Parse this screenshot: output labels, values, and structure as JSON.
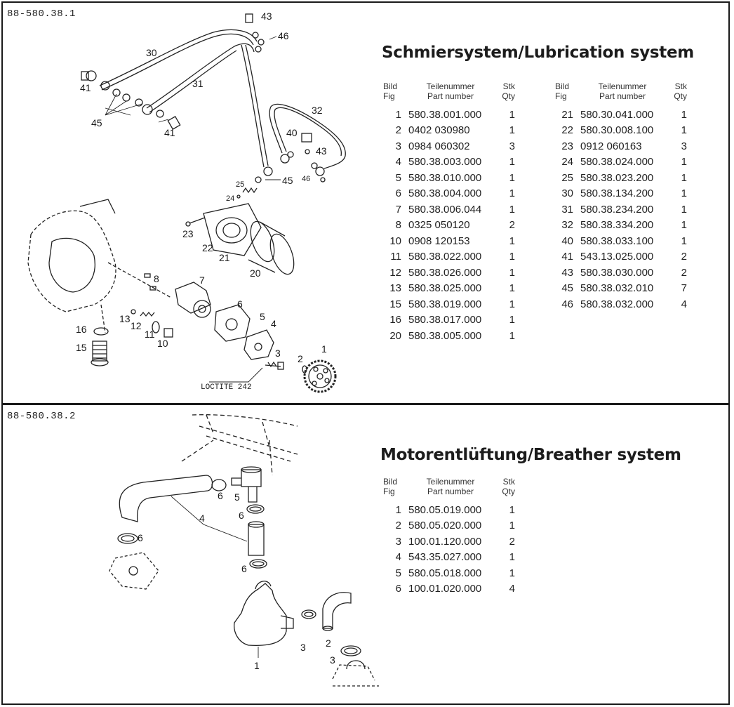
{
  "sections": [
    {
      "figure_id": "88-580.38.1",
      "title": "Schmiersystem/Lubrication system",
      "headers": {
        "fig_de": "Bild",
        "fig_en": "Fig",
        "part_de": "Teilenummer",
        "part_en": "Part number",
        "qty_de": "Stk",
        "qty_en": "Qty"
      },
      "parts_left": [
        {
          "fig": "1",
          "part": "580.38.001.000",
          "qty": "1"
        },
        {
          "fig": "2",
          "part": "0402 030980",
          "qty": "1"
        },
        {
          "fig": "3",
          "part": "0984 060302",
          "qty": "3"
        },
        {
          "fig": "4",
          "part": "580.38.003.000",
          "qty": "1"
        },
        {
          "fig": "5",
          "part": "580.38.010.000",
          "qty": "1"
        },
        {
          "fig": "6",
          "part": "580.38.004.000",
          "qty": "1"
        },
        {
          "fig": "7",
          "part": "580.38.006.044",
          "qty": "1"
        },
        {
          "fig": "8",
          "part": "0325 050120",
          "qty": "2"
        },
        {
          "fig": "10",
          "part": "0908 120153",
          "qty": "1"
        },
        {
          "fig": "11",
          "part": "580.38.022.000",
          "qty": "1"
        },
        {
          "fig": "12",
          "part": "580.38.026.000",
          "qty": "1"
        },
        {
          "fig": "13",
          "part": "580.38.025.000",
          "qty": "1"
        },
        {
          "fig": "15",
          "part": "580.38.019.000",
          "qty": "1"
        },
        {
          "fig": "16",
          "part": "580.38.017.000",
          "qty": "1"
        },
        {
          "fig": "20",
          "part": "580.38.005.000",
          "qty": "1"
        }
      ],
      "parts_right": [
        {
          "fig": "21",
          "part": "580.30.041.000",
          "qty": "1"
        },
        {
          "fig": "22",
          "part": "580.30.008.100",
          "qty": "1"
        },
        {
          "fig": "23",
          "part": "0912 060163",
          "qty": "3"
        },
        {
          "fig": "24",
          "part": "580.38.024.000",
          "qty": "1"
        },
        {
          "fig": "25",
          "part": "580.38.023.200",
          "qty": "1"
        },
        {
          "fig": "30",
          "part": "580.38.134.200",
          "qty": "1"
        },
        {
          "fig": "31",
          "part": "580.38.234.200",
          "qty": "1"
        },
        {
          "fig": "32",
          "part": "580.38.334.200",
          "qty": "1"
        },
        {
          "fig": "40",
          "part": "580.38.033.100",
          "qty": "1"
        },
        {
          "fig": "41",
          "part": "543.13.025.000",
          "qty": "2"
        },
        {
          "fig": "43",
          "part": "580.38.030.000",
          "qty": "2"
        },
        {
          "fig": "45",
          "part": "580.38.032.010",
          "qty": "7"
        },
        {
          "fig": "46",
          "part": "580.38.032.000",
          "qty": "4"
        }
      ],
      "diagram_labels": {
        "l1": "1",
        "l2": "2",
        "l3": "3",
        "l4": "4",
        "l5": "5",
        "l6": "6",
        "l7": "7",
        "l8": "8",
        "l10": "10",
        "l11": "11",
        "l12": "12",
        "l13": "13",
        "l15": "15",
        "l16": "16",
        "l20": "20",
        "l21": "21",
        "l22": "22",
        "l23": "23",
        "l24": "24",
        "l25": "25",
        "l30": "30",
        "l31": "31",
        "l32": "32",
        "l40": "40",
        "l41a": "41",
        "l41b": "41",
        "l43a": "43",
        "l43b": "43",
        "l45a": "45",
        "l45b": "45",
        "l46a": "46",
        "l46b": "46",
        "loctite": "LOCTITE 242"
      }
    },
    {
      "figure_id": "88-580.38.2",
      "title": "Motorentlüftung/Breather system",
      "headers": {
        "fig_de": "Bild",
        "fig_en": "Fig",
        "part_de": "Teilenummer",
        "part_en": "Part number",
        "qty_de": "Stk",
        "qty_en": "Qty"
      },
      "parts": [
        {
          "fig": "1",
          "part": "580.05.019.000",
          "qty": "1"
        },
        {
          "fig": "2",
          "part": "580.05.020.000",
          "qty": "1"
        },
        {
          "fig": "3",
          "part": "100.01.120.000",
          "qty": "2"
        },
        {
          "fig": "4",
          "part": "543.35.027.000",
          "qty": "1"
        },
        {
          "fig": "5",
          "part": "580.05.018.000",
          "qty": "1"
        },
        {
          "fig": "6",
          "part": "100.01.020.000",
          "qty": "4"
        }
      ],
      "diagram_labels": {
        "l1": "1",
        "l2": "2",
        "l3a": "3",
        "l3b": "3",
        "l4": "4",
        "l5": "5",
        "l6a": "6",
        "l6b": "6",
        "l6c": "6",
        "l6d": "6"
      }
    }
  ]
}
